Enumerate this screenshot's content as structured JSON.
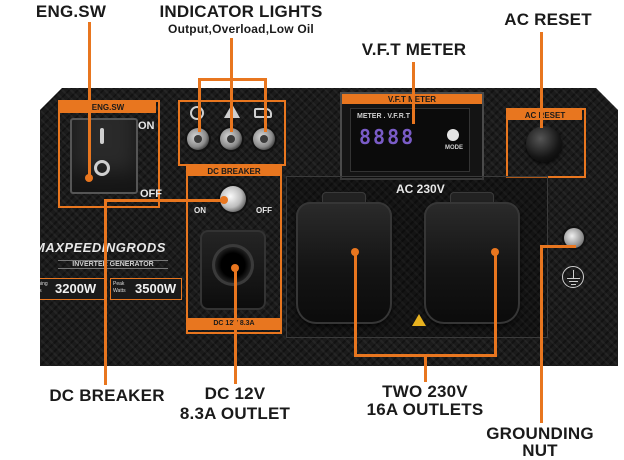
{
  "callouts": {
    "eng_sw": "ENG.SW",
    "indicator_title": "INDICATOR LIGHTS",
    "indicator_sub": "Output,Overload,Low Oil",
    "vft_meter": "V.F.T METER",
    "ac_reset": "AC RESET",
    "dc_breaker": "DC BREAKER",
    "dc_outlet_line1": "DC 12V",
    "dc_outlet_line2": "8.3A OUTLET",
    "outlets_line1": "TWO 230V",
    "outlets_line2": "16A OUTLETS",
    "ground_line1": "GROUNDING",
    "ground_line2": "NUT"
  },
  "panel": {
    "eng_sw_label": "ENG.SW",
    "on": "ON",
    "off": "OFF",
    "vft_meter_label": "V.F.T METER",
    "meter_caption": "METER . V.F.R.T",
    "meter_digits": "8888",
    "mode": "MODE",
    "ac_reset_label": "AC RESET",
    "dc_breaker_label": "DC BREAKER",
    "dc_on": "ON",
    "dc_off": "OFF",
    "dc_outlet_label": "DC 12V 8.3A",
    "ac_label": "AC 230V",
    "brand": "MAXPEEDINGRODS",
    "brand_sub": "INVERTER GENERATOR",
    "running_label": "Running Watts",
    "running_value": "3200W",
    "peak_label": "Peak Watts",
    "peak_value": "3500W"
  },
  "colors": {
    "accent": "#e8761f",
    "panel": "#1b1b1b"
  }
}
